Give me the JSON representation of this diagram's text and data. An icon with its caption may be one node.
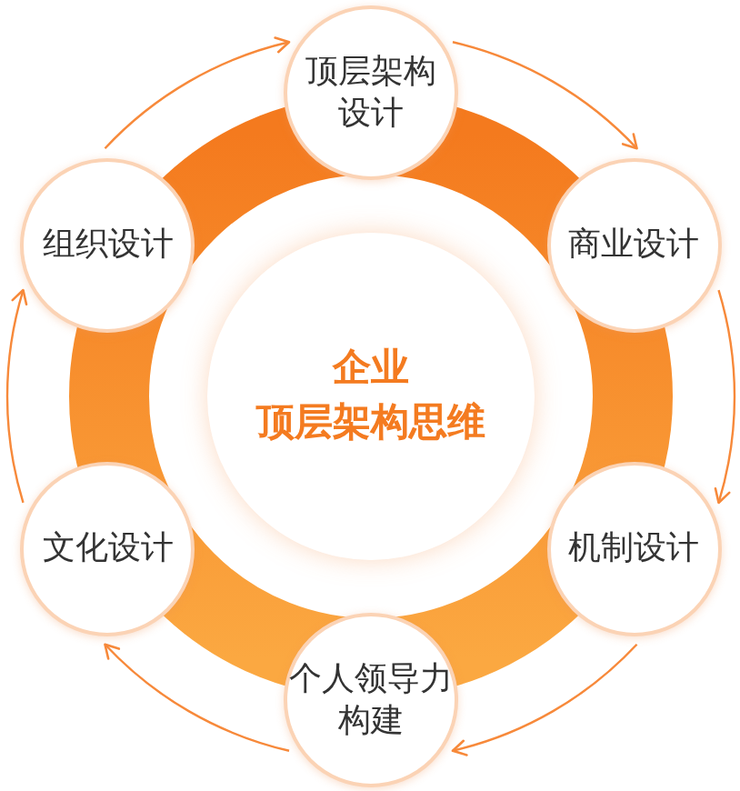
{
  "diagram": {
    "nodes": [
      {
        "text": [
          "顶层架构设计"
        ]
      },
      {
        "text": [
          "组织设计"
        ]
      },
      {
        "text": [
          "商业设计"
        ]
      },
      {
        "text": [
          "企业",
          "顶层架构思维"
        ]
      },
      {
        "text": [
          "文化设计"
        ]
      },
      {
        "text": [
          "机制设计"
        ]
      },
      {
        "text": [
          "个人领导力构建"
        ]
      }
    ],
    "edges": [
      {
        "from": 0,
        "to": 2,
        "arrow": "to"
      },
      {
        "from": 2,
        "to": 5,
        "arrow": "to"
      },
      {
        "from": 5,
        "to": 6,
        "arrow": "to"
      },
      {
        "from": 6,
        "to": 4,
        "arrow": "to"
      },
      {
        "from": 4,
        "to": 1,
        "arrow": "to"
      },
      {
        "from": 1,
        "to": 0,
        "arrow": "to"
      }
    ]
  }
}
